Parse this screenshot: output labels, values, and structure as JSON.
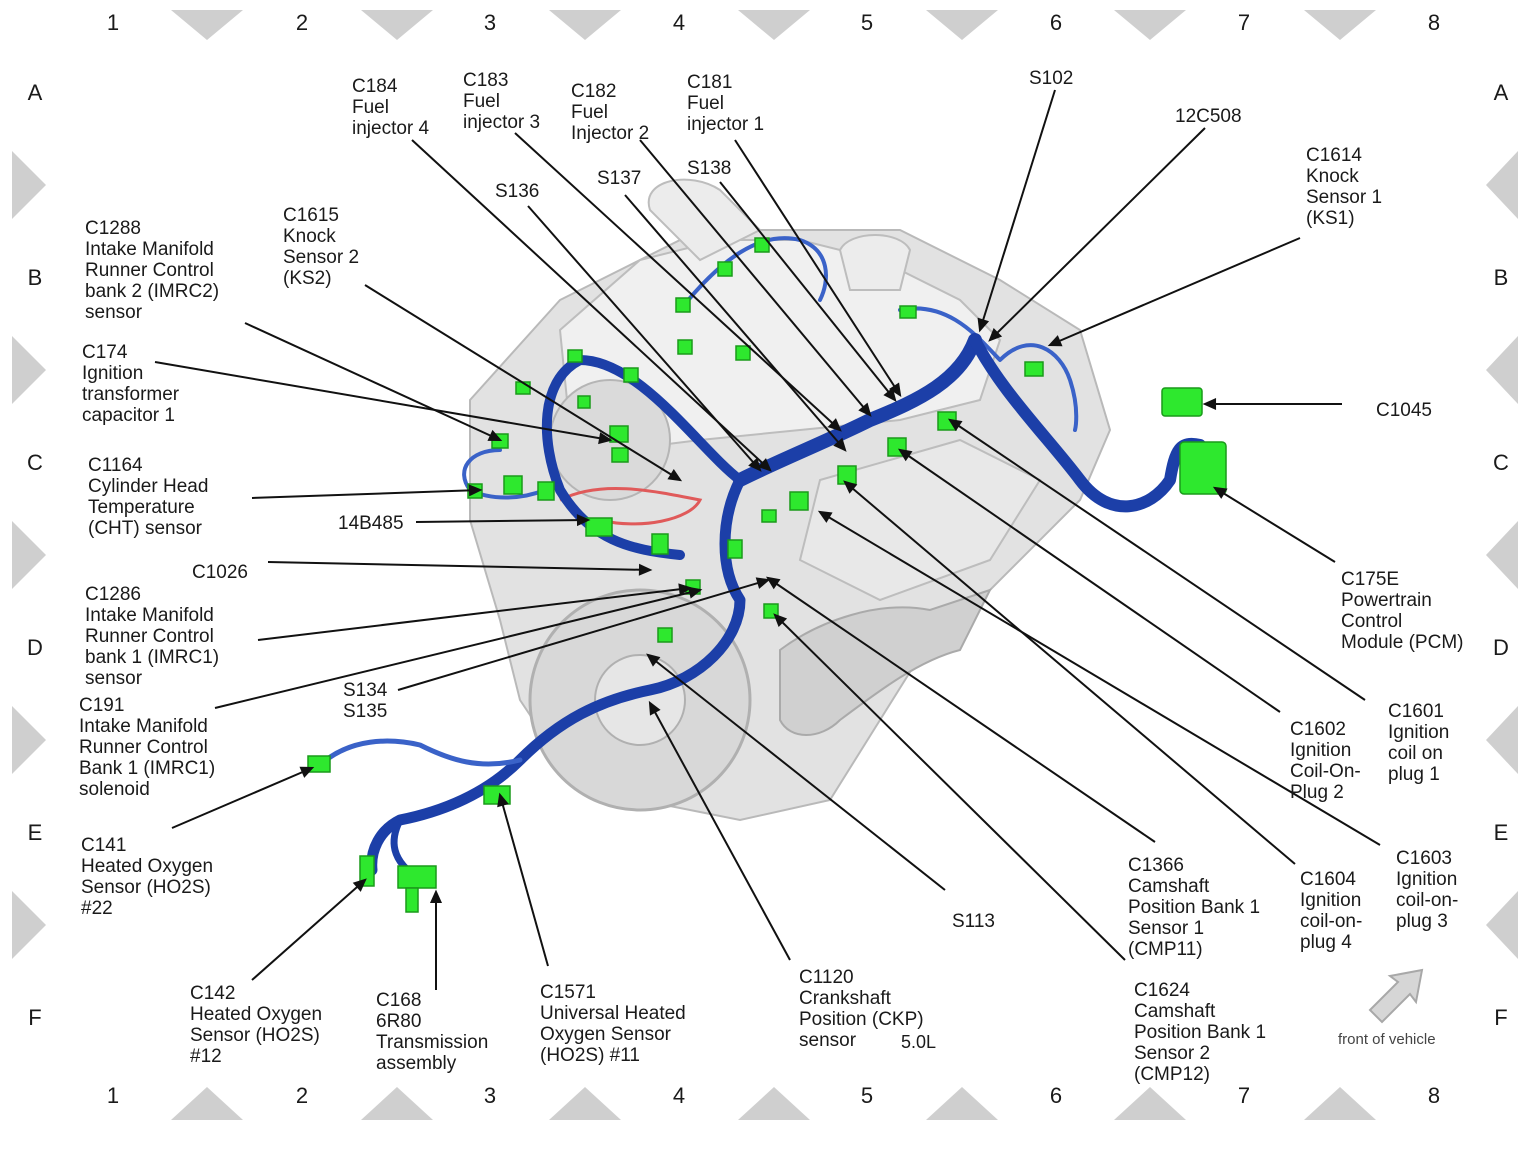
{
  "grid": {
    "columns": [
      "1",
      "2",
      "3",
      "4",
      "5",
      "6",
      "7",
      "8"
    ],
    "rows": [
      "A",
      "B",
      "C",
      "D",
      "E",
      "F"
    ]
  },
  "colors": {
    "harness_dark": "#1c3fa8",
    "harness_light": "#3a62c8",
    "connector": "#2ee82e",
    "leader": "#111111",
    "engine": "#dedede"
  },
  "labels": {
    "c184": "C184\nFuel\ninjector 4",
    "c183": "C183\nFuel\ninjector 3",
    "c182": "C182\nFuel\nInjector 2",
    "c181": "C181\nFuel\ninjector 1",
    "s102": "S102",
    "c12c508": "12C508",
    "c1614": "C1614\nKnock\nSensor 1\n(KS1)",
    "s136": "S136",
    "s137": "S137",
    "s138": "S138",
    "c1288": "C1288\nIntake Manifold\nRunner Control\nbank 2 (IMRC2)\nsensor",
    "c1615": "C1615\nKnock\nSensor 2\n(KS2)",
    "c174": "C174\nIgnition\ntransformer\ncapacitor 1",
    "c1045": "C1045",
    "c1164": "C1164\nCylinder Head\nTemperature\n(CHT) sensor",
    "c14b485": "14B485",
    "c1026": "C1026",
    "c175e": "C175E\nPowertrain\nControl\nModule (PCM)",
    "c1286": "C1286\nIntake Manifold\nRunner Control\nbank 1 (IMRC1)\nsensor",
    "s134": "S134\nS135",
    "c191": "C191\nIntake Manifold\nRunner Control\nBank 1 (IMRC1)\nsolenoid",
    "c1601": "C1601\nIgnition\ncoil on\nplug 1",
    "c1602": "C1602\nIgnition\nCoil-On-\nPlug 2",
    "c141": "C141\nHeated Oxygen\nSensor (HO2S)\n#22",
    "c1603": "C1603\nIgnition\ncoil-on-\nplug 3",
    "c1366": "C1366\nCamshaft\nPosition Bank 1\nSensor 1\n(CMP11)",
    "c1604": "C1604\nIgnition\ncoil-on-\nplug 4",
    "s113": "S113",
    "c142": "C142\nHeated Oxygen\nSensor (HO2S)\n#12",
    "c168": "C168\n6R80\nTransmission\nassembly",
    "c1571": "C1571\nUniversal Heated\nOxygen Sensor\n(HO2S) #11",
    "c1120": "C1120\nCrankshaft\nPosition (CKP)\nsensor",
    "version": "5.0L",
    "c1624": "C1624\nCamshaft\nPosition Bank 1\nSensor 2\n(CMP12)",
    "front": "front of vehicle"
  }
}
